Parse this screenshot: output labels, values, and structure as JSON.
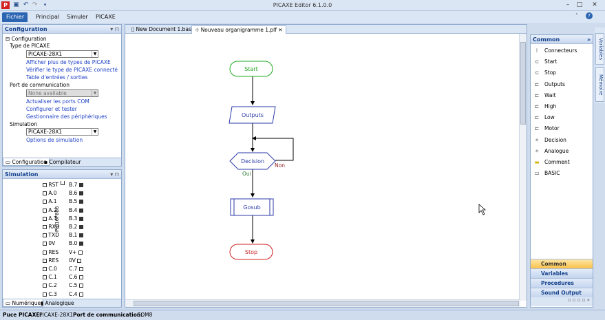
{
  "app": {
    "title": "PICAXE Editor 6.1.0.0"
  },
  "menu": [
    "Fichier",
    "Principal",
    "Simuler",
    "PICAXE"
  ],
  "config": {
    "header": "Configuration",
    "root": "Configuration",
    "type_label": "Type de PICAXE",
    "type_value": "PICAXE-28X1",
    "type_links": [
      "Afficher plus de types de PICAXE",
      "Vérifier le type de PICAXE connecté",
      "Table d'entrées / sorties"
    ],
    "port_label": "Port de communication",
    "port_value": "None available",
    "port_links": [
      "Actualiser les ports COM",
      "Configurer et tester",
      "Gestionnaire des périphériques"
    ],
    "sim_label": "Simulation",
    "sim_value": "PICAXE-28X1",
    "sim_link": "Options de simulation",
    "tabs": [
      "Configuration",
      "Compilateur"
    ]
  },
  "simulation": {
    "header": "Simulation",
    "chip": "PIC16F886",
    "left_pins": [
      "RST",
      "A.0",
      "A.1",
      "A.2",
      "A.3",
      "RXD",
      "TXD",
      "0V",
      "RES",
      "RES",
      "C.0",
      "C.1",
      "C.2",
      "C.3"
    ],
    "right_pins": [
      "B.7",
      "B.6",
      "B.5",
      "B.4",
      "B.3",
      "B.2",
      "B.1",
      "B.0",
      "V+",
      "0V",
      "C.7",
      "C.6",
      "C.5",
      "C.4"
    ],
    "tabs": [
      "Numérique",
      "Analogique"
    ]
  },
  "documents": {
    "tabs": [
      "New Document 1.bas",
      "Nouveau organigramme 1.plf"
    ]
  },
  "flowchart": {
    "start": "Start",
    "outputs": "Outputs",
    "decision": "Decision",
    "gosub": "Gosub",
    "stop": "Stop",
    "yes": "Oui",
    "no": "Non",
    "colors": {
      "start": "#22aa22",
      "stop": "#cc2222",
      "box": "#2b3aa8",
      "no_label": "#8b1a1a",
      "yes_label": "#2a7a2a"
    }
  },
  "palette": {
    "header": "Common",
    "items": [
      {
        "label": "Connecteurs",
        "icon": "connector-icon"
      },
      {
        "label": "Start",
        "icon": "start-icon"
      },
      {
        "label": "Stop",
        "icon": "stop-icon"
      },
      {
        "label": "Outputs",
        "icon": "outputs-icon"
      },
      {
        "label": "Wait",
        "icon": "wait-icon"
      },
      {
        "label": "High",
        "icon": "high-icon"
      },
      {
        "label": "Low",
        "icon": "low-icon"
      },
      {
        "label": "Motor",
        "icon": "motor-icon"
      },
      {
        "label": "Decision",
        "icon": "decision-icon"
      },
      {
        "label": "Analogue",
        "icon": "analogue-icon"
      },
      {
        "label": "Comment",
        "icon": "comment-icon"
      },
      {
        "label": "BASIC",
        "icon": "basic-icon"
      }
    ],
    "categories": [
      "Common",
      "Variables",
      "Procedures",
      "Sound Output"
    ]
  },
  "side_tabs": [
    "Variables",
    "Mémoire"
  ],
  "status": {
    "chip_label": "Puce PICAXE:",
    "chip_value": "PICAXE-28X1",
    "port_label": "Port de communication:",
    "port_value": "COM8"
  }
}
